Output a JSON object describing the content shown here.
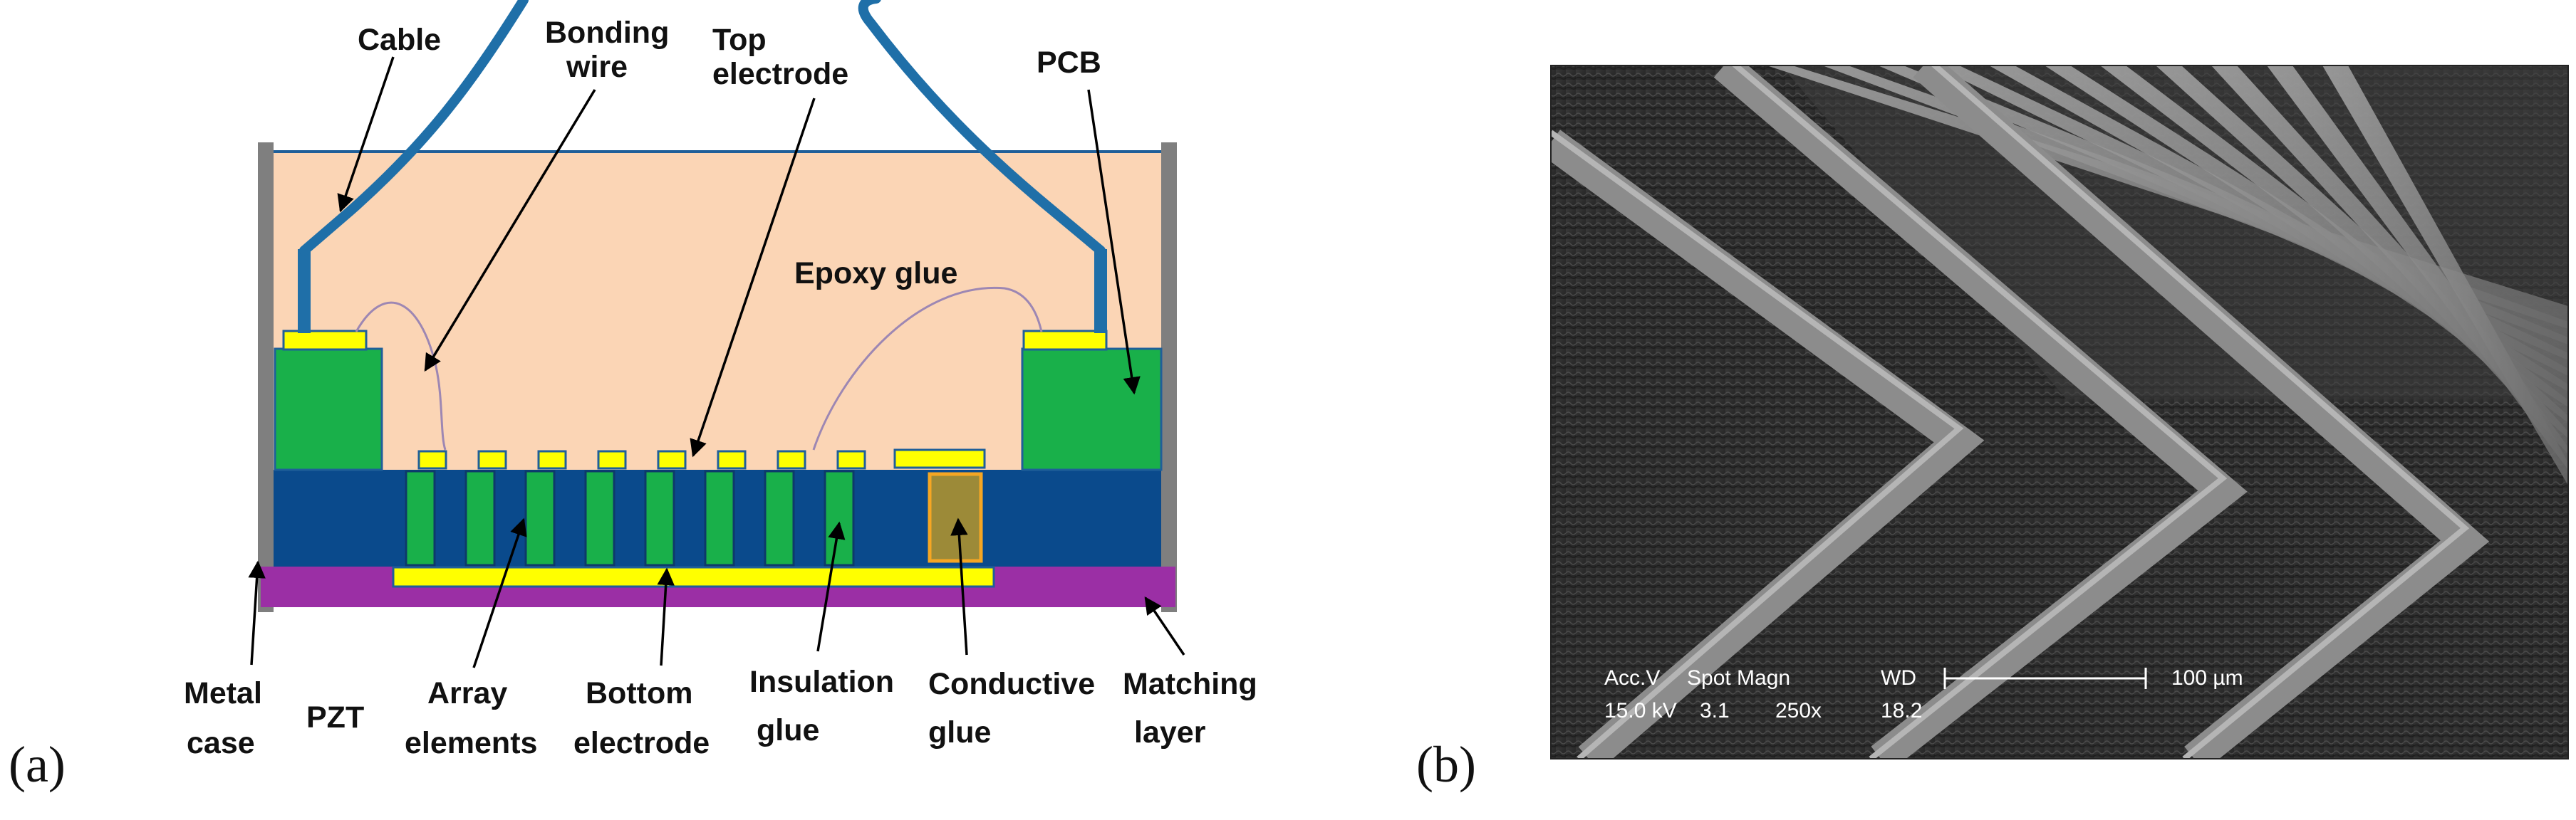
{
  "panel_a": {
    "label": "(a)",
    "parts": {
      "cable": "Cable",
      "bonding_wire": [
        "Bonding",
        "wire"
      ],
      "top_electrode": [
        "Top",
        "electrode"
      ],
      "pcb": "PCB",
      "epoxy_glue": "Epoxy glue",
      "metal_case": [
        "Metal",
        "case"
      ],
      "pzt": "PZT",
      "array_elements": [
        "Array",
        "elements"
      ],
      "bottom_electrode": [
        "Bottom",
        "electrode"
      ],
      "insulation_glue": [
        "Insulation",
        "glue"
      ],
      "conductive_glue": [
        "Conductive",
        "glue"
      ],
      "matching_layer": [
        "Matching",
        "layer"
      ]
    },
    "colors": {
      "epoxy": "#fbd5b5",
      "pzt": "#0a4a8c",
      "pcb": "#19b04a",
      "electrode": "#ffff00",
      "matching": "#9b2fa5",
      "metal_case": "#7f7f7f",
      "cable": "#1f6fa8",
      "conductive_glue": "#9c8a38"
    }
  },
  "panel_b": {
    "label": "(b)",
    "sem_info": {
      "row1": [
        "Acc.V",
        "Spot Magn",
        "WD"
      ],
      "row2": [
        "15.0 kV",
        "3.1",
        "250x",
        "18.2"
      ],
      "scale_bar": "100 µm"
    }
  }
}
